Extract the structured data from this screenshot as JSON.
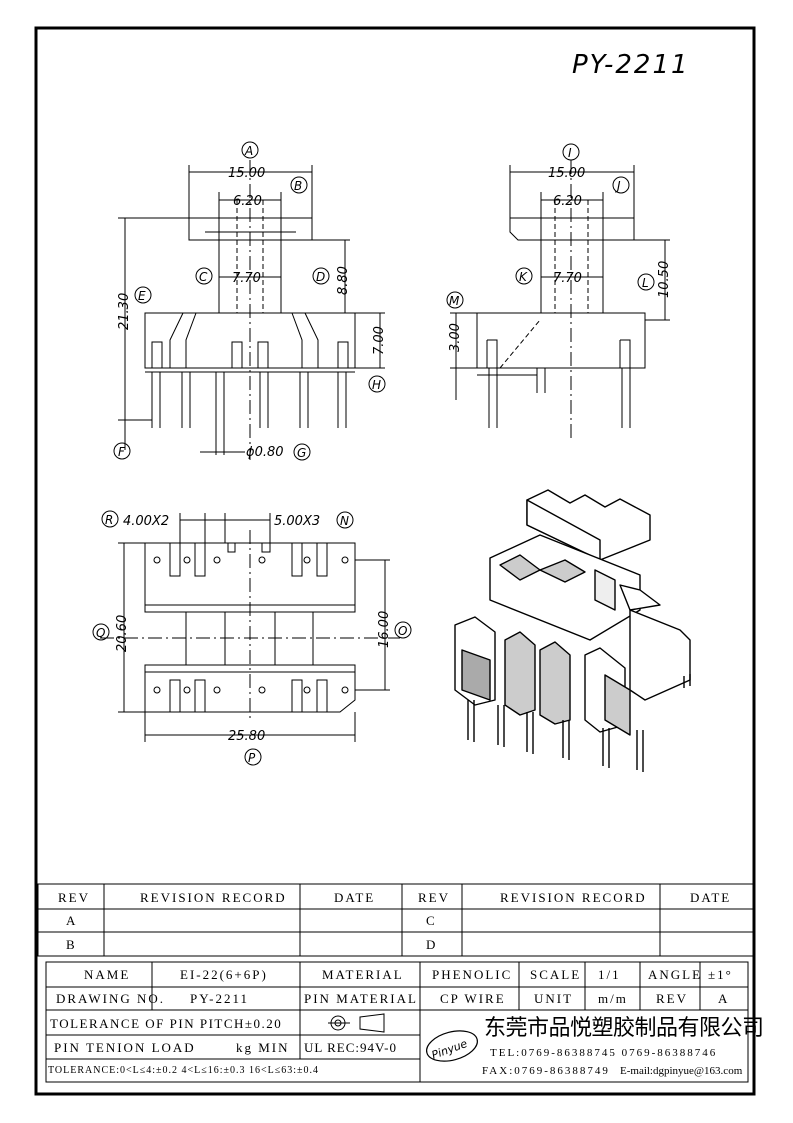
{
  "drawing": {
    "part_number": "PY-2211",
    "front_view": {
      "width": "15.00",
      "pitch": "6.20",
      "core_w": "7.70",
      "height_total": "21.30",
      "height_upper": "8.80",
      "height_lower": "7.00",
      "pin_dia": "ϕ0.80",
      "labels": [
        "A",
        "B",
        "C",
        "D",
        "E",
        "F",
        "G",
        "H"
      ]
    },
    "side_view": {
      "width": "15.00",
      "pitch": "6.20",
      "core_w": "7.70",
      "height_upper": "10.50",
      "height_lower": "3.00",
      "labels": [
        "I",
        "J",
        "K",
        "L",
        "M"
      ]
    },
    "bottom_view": {
      "pitch_r": "4.00X2",
      "pitch_n": "5.00X3",
      "height_q": "20.60",
      "height_o": "16.00",
      "width_p": "25.80",
      "labels": [
        "R",
        "N",
        "Q",
        "O",
        "P"
      ]
    }
  },
  "revision_table": {
    "headers": [
      "REV",
      "REVISION RECORD",
      "DATE",
      "REV",
      "REVISION RECORD",
      "DATE"
    ],
    "rows": [
      [
        "A",
        "",
        "",
        "C",
        "",
        ""
      ],
      [
        "B",
        "",
        "",
        "D",
        "",
        ""
      ]
    ]
  },
  "title_block": {
    "name_label": "NAME",
    "name_value": "EI-22(6+6P)",
    "material_label": "MATERIAL",
    "material_value": "PHENOLIC",
    "scale_label": "SCALE",
    "scale_value": "1/1",
    "angle_label": "ANGLE",
    "angle_value": "±1°",
    "drawing_no_label": "DRAWING NO.",
    "drawing_no_value": "PY-2211",
    "pin_material_label": "PIN MATERIAL",
    "pin_material_value": "CP WIRE",
    "unit_label": "UNIT",
    "unit_value": "m/m",
    "rev_label": "REV",
    "rev_value": "A",
    "tolerance_pitch": "TOLERANCE OF PIN PITCH±0.20",
    "pin_tension": "PIN TENION LOAD",
    "pin_tension_unit": "kg MIN",
    "ul_rec": "UL REC:94V-0",
    "tolerance_note": "TOLERANCE:0<L≤4:±0.2  4<L≤16:±0.3  16<L≤63:±0.4",
    "company_cn": "东莞市品悦塑胶制品有限公司",
    "logo_text": "Pinyue",
    "tel": "TEL:0769-86388745   0769-86388746",
    "fax": "FAX:0769-86388749",
    "email": "E-mail:dgpinyue@163.com"
  }
}
